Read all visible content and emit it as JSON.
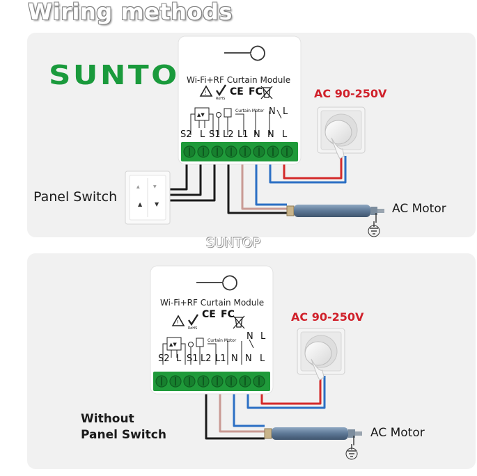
{
  "title": "Wiring methods",
  "brand": "SUNTOP",
  "watermark": "SUNTOP",
  "module": {
    "name": "Wi-Fi+RF Curtain Module",
    "cert_marks": [
      "CE",
      "FC"
    ],
    "curtain_motor_label": "Curtain Motor",
    "top_terminal_letters": [
      "N",
      "L"
    ],
    "terminals": [
      "S2",
      "L",
      "S1",
      "L2",
      "L1",
      "N",
      "N",
      "L"
    ]
  },
  "diagrams": [
    {
      "id": "with-panel-switch",
      "power_label": "AC 90-250V",
      "motor_label": "AC Motor",
      "switch_label": "Panel Switch"
    },
    {
      "id": "without-panel-switch",
      "power_label": "AC 90-250V",
      "motor_label": "AC Motor",
      "switch_label_line1": "Without",
      "switch_label_line2": "Panel Switch"
    }
  ],
  "colors": {
    "terminal_green": "#1f9a3a",
    "wire_red": "#d42a2a",
    "wire_blue": "#2b6fc4",
    "wire_brown": "#c99a94",
    "wire_black": "#1a1a1a",
    "brand_green": "#1a9a3c"
  },
  "icons": [
    "warning-icon",
    "rohs-icon",
    "ce-mark-icon",
    "fc-mark-icon",
    "weee-bin-icon",
    "ground-icon",
    "socket-icon",
    "plug-icon",
    "motor-icon"
  ]
}
